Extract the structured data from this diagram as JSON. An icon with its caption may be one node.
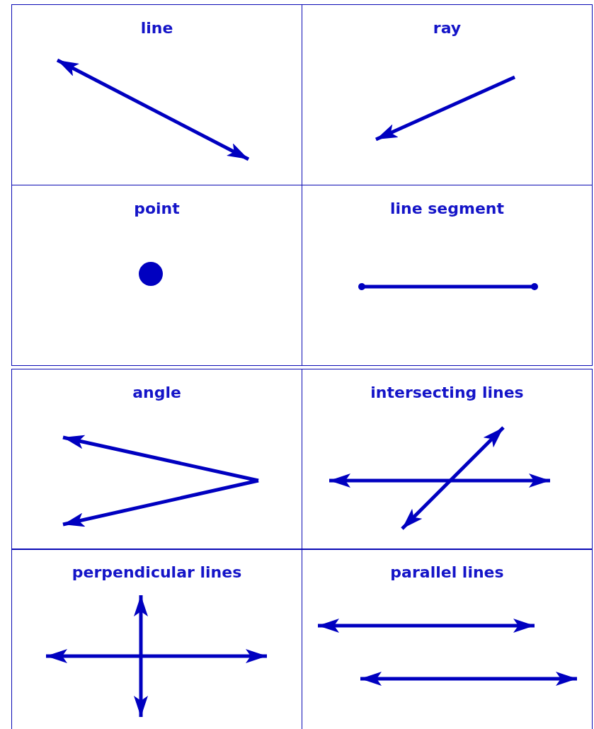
{
  "diagram": {
    "nodes": [
      {
        "text": [
          "line"
        ]
      },
      {
        "text": [
          "ray"
        ]
      },
      {
        "text": [
          "point"
        ]
      },
      {
        "text": [
          "line segment"
        ]
      },
      {
        "text": [
          "angle"
        ]
      },
      {
        "text": [
          "intersecting lines"
        ]
      },
      {
        "text": [
          "perpendicular lines"
        ]
      },
      {
        "text": [
          "parallel lines"
        ]
      }
    ]
  }
}
